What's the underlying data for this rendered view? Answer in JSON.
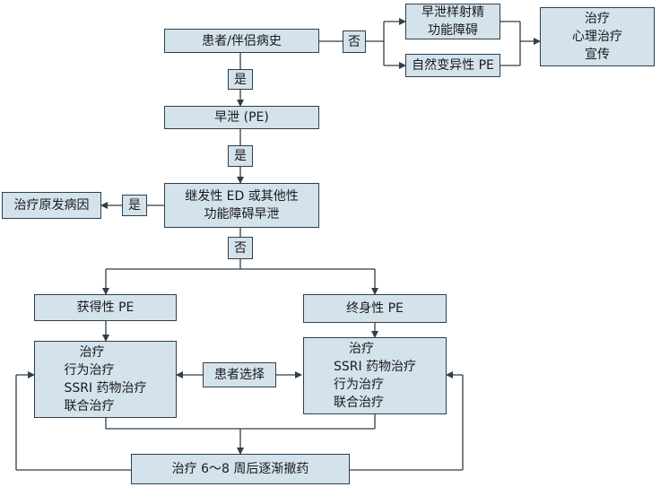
{
  "nodes": {
    "history": "患者/伴侣病史",
    "no1": "否",
    "pe_like_1": "早泄样射精",
    "pe_like_2": "功能障碍",
    "natural_pe": "自然变异性 PE",
    "treat_top": [
      "治疗",
      "心理治疗",
      "宣传"
    ],
    "yes1": "是",
    "pe": "早泄 (PE)",
    "yes2": "是",
    "secondary_1": "继发性 ED 或其他性",
    "secondary_2": "功能障碍早泄",
    "yes3": "是",
    "treat_primary": "治疗原发病因",
    "no2": "否",
    "acquired": "获得性 PE",
    "lifelong": "终身性 PE",
    "treat_left": [
      "治疗",
      "行为治疗",
      "SSRI 药物治疗",
      "联合治疗"
    ],
    "choice": "患者选择",
    "treat_right": [
      "治疗",
      "SSRI 药物治疗",
      "行为治疗",
      "联合治疗"
    ],
    "taper": "治疗 6～8 周后逐渐撤药"
  },
  "colors": {
    "box_fill": "#d4e2ec",
    "line": "#2f3f4b"
  }
}
